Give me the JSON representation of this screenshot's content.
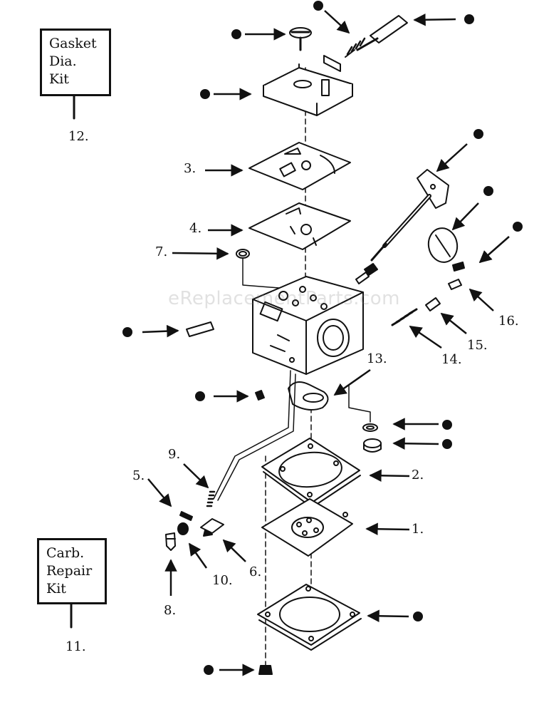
{
  "diagram": {
    "kits": {
      "gasket_dia": [
        "Gasket",
        "Dia.",
        "Kit"
      ],
      "carb_repair": [
        "Carb.",
        "Repair",
        "Kit"
      ]
    },
    "callouts": {
      "c1": "1.",
      "c2": "2.",
      "c3": "3.",
      "c4": "4.",
      "c5": "5.",
      "c6": "6.",
      "c7": "7.",
      "c8": "8.",
      "c9": "9.",
      "c10": "10.",
      "c11": "11.",
      "c12": "12.",
      "c13": "13.",
      "c14": "14.",
      "c15": "15.",
      "c16": "16."
    },
    "watermark": "eReplacementParts.com"
  }
}
